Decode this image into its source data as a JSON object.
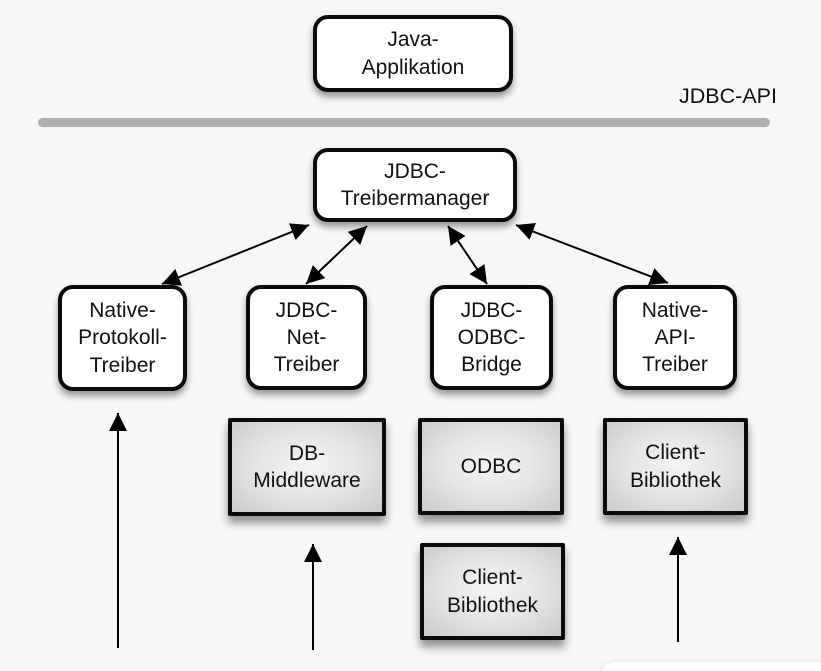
{
  "diagram": {
    "api_label": "JDBC-API",
    "nodes": {
      "java_app": {
        "lines": [
          "Java-",
          "Applikation"
        ]
      },
      "treibermanager": {
        "lines": [
          "JDBC-",
          "Treibermanager"
        ]
      },
      "native_protokoll": {
        "lines": [
          "Native-",
          "Protokoll-",
          "Treiber"
        ]
      },
      "jdbc_net": {
        "lines": [
          "JDBC-",
          "Net-",
          "Treiber"
        ]
      },
      "jdbc_odbc": {
        "lines": [
          "JDBC-",
          "ODBC-",
          "Bridge"
        ]
      },
      "native_api": {
        "lines": [
          "Native-",
          "API-",
          "Treiber"
        ]
      },
      "db_middleware": {
        "lines": [
          "DB-",
          "Middleware"
        ]
      },
      "odbc": {
        "lines": [
          "ODBC"
        ]
      },
      "client_bib_odbc": {
        "lines": [
          "Client-",
          "Bibliothek"
        ]
      },
      "client_bib_native": {
        "lines": [
          "Client-",
          "Bibliothek"
        ]
      }
    },
    "connections": [
      "treibermanager-native_protokoll-bidirectional",
      "treibermanager-jdbc_net-bidirectional",
      "treibermanager-jdbc_odbc-bidirectional",
      "treibermanager-native_api-bidirectional",
      "bottom-up-arrow-to-native_protokoll",
      "bottom-up-arrow-to-db_middleware",
      "bottom-up-arrow-to-client_bib_native"
    ]
  },
  "colors": {
    "background": "#f7f7f7",
    "box_border": "#0b0b0b",
    "box_fill_white": "#ffffff",
    "box_fill_gray_edge": "#cbcbcb",
    "separator_line": "#aeaeb2",
    "arrow": "#000000",
    "text": "#111111"
  }
}
